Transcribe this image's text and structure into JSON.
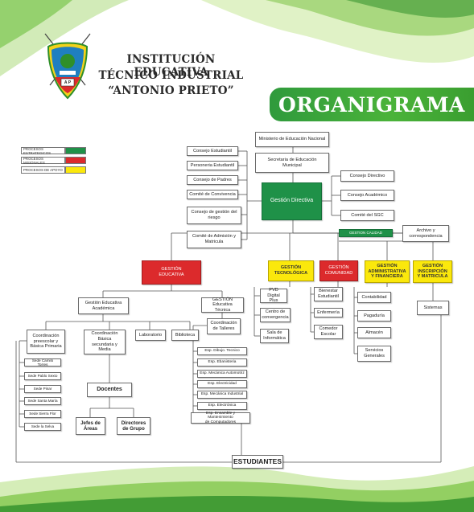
{
  "header": {
    "title_lines": [
      "INSTITUCIÓN EDUCATIVA",
      "TÉCNICO INDUSTRIAL",
      "“ANTONIO PRIETO”"
    ],
    "banner": "ORGANIGRAMA",
    "logo_text": "A P"
  },
  "legend": [
    {
      "label": "PROCESOS ESTRATEGICOS",
      "color": "#1f9148"
    },
    {
      "label": "PROCESOS MISIONALES",
      "color": "#dc2a2c"
    },
    {
      "label": "PROCESOS DE APOYO",
      "color": "#fbe80c"
    }
  ],
  "nodes": {
    "ministerio": "Ministerio de Educación Nacional",
    "secretaria": "Secretaria de Educación\nMunicipal",
    "consejo_estudiantil": "Consejo Estudiantil",
    "personeria": "Personeria Estudiantil",
    "consejo_padres": "Consejo de Padres",
    "comite_convivencia": "Comité de Convivencia",
    "consejo_riesgo": "Consejo de gestión del\nriesgo",
    "comite_admision": "Comité de Admisión y\nMatricula",
    "gestion_directiva": "Gestión Directiva",
    "consejo_directivo": "Consejo Directivo",
    "consejo_academico": "Consejo Académico",
    "comite_sgc": "Comité del SGC",
    "gestion_calidad": "GESTION CALIDAD",
    "archivo": "Archivo y\ncorrespondencia",
    "gestion_educativa": "GESTIÓN\nEDUCATIVA",
    "gestion_tecnologica": "GESTIÓN\nTECNOLÓGICA",
    "gestion_comunidad": "GESTIÓN\nCOMUNIDAD",
    "gestion_administrativa": "GESTIÓN\nADMINISTRATIVA\nY FINANCIERA",
    "gestion_inscripcion": "GESTIÓN\nINSCRIPCIÓN\nY MATRICULA",
    "gestion_edu_academica": "Gestión Educativa\nAcadémica",
    "gestion_edu_tecnica": "GESTIÓN Educativa\nTécnica",
    "pvd": "PVD Digital\nPlus",
    "centro_convergencia": "Centro de\nconvergencia",
    "sala_informatica": "Sala de\nInformática",
    "bienestar": "Bienestar\nEstudiantil",
    "enfermeria": "Enfermería",
    "comedor": "Comedor\nEscolar",
    "contabilidad": "Contabilidad",
    "pagaduria": "Pagaduría",
    "almacen": "Almacén",
    "servicios_generales": "Servicios\nGenerales",
    "sistemas": "Sistemas",
    "coord_preescolar": "Coordinación\npreescolar y\nBásica Primaria",
    "coord_secundaria": "Coordinación\nBásica\nsecundaria y\nMedia",
    "laboratorio": "Laboratorio",
    "biblioteca": "Biblioteca",
    "coord_talleres": "Coordinación\nde Talleres",
    "sede_camilo": "Sede Camilo Torres",
    "sede_pablo": "Sede Pablo Sexto",
    "sede_pinar": "Sede Pinar",
    "sede_santa_maria": "Sede Santa María",
    "sede_sierra_flor": "Sede Sierra Flor",
    "sede_selva": "Sede la Selva",
    "docentes": "Docentes",
    "jefes_area": "Jefes de\nÁreas",
    "directores_grupo": "Directores\nde Grupo",
    "esp_dibujo": "Esp. Dibujo. Tecnico",
    "esp_ebanisteria": "Esp. Ebanisteria",
    "esp_mecanica_auto": "Esp. Mecánica Automotriz",
    "esp_electricidad": "Esp. Electricidad",
    "esp_mecanica_ind": "Esp. Mecánica Industrial",
    "esp_electronica": "Esp. Electrónica",
    "esp_ensamble": "Esp. Ensamble y Mantenimiento\nde Computadores",
    "estudiantes": "ESTUDIANTES"
  }
}
